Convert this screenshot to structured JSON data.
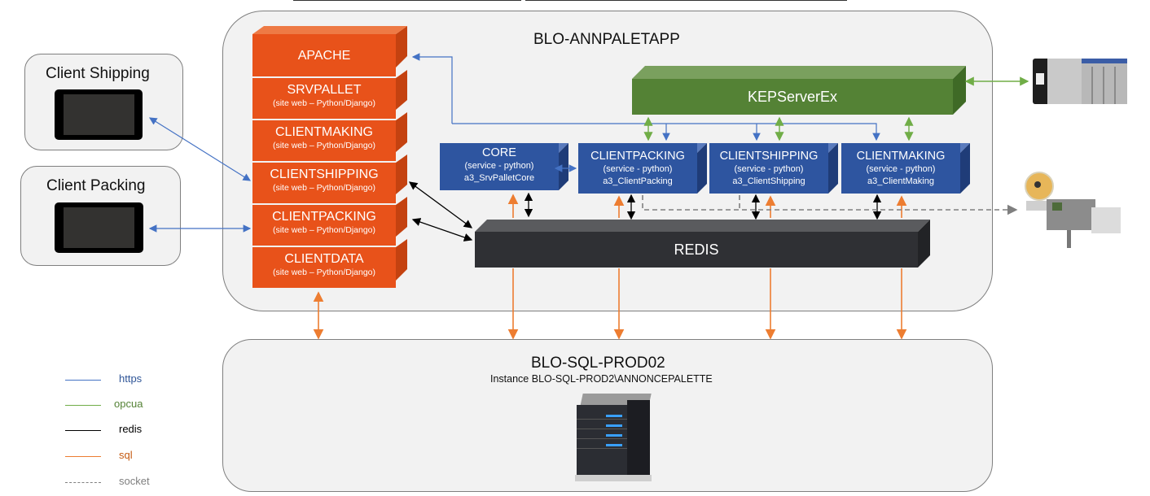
{
  "app_server": {
    "title": "BLO-ANNPALETAPP",
    "web_stack": [
      {
        "name": "APACHE",
        "sub": ""
      },
      {
        "name": "SRVPALLET",
        "sub": "(site web – Python/Django)"
      },
      {
        "name": "CLIENTMAKING",
        "sub": "(site web – Python/Django)"
      },
      {
        "name": "CLIENTSHIPPING",
        "sub": "(site web – Python/Django)"
      },
      {
        "name": "CLIENTPACKING",
        "sub": "(site web – Python/Django)"
      },
      {
        "name": "CLIENTDATA",
        "sub": "(site web – Python/Django)"
      }
    ],
    "services": [
      {
        "name": "CORE",
        "sub": "(service - python)",
        "id": "a3_SrvPalletCore"
      },
      {
        "name": "CLIENTPACKING",
        "sub": "(service - python)",
        "id": "a3_ClientPacking"
      },
      {
        "name": "CLIENTSHIPPING",
        "sub": "(service - python)",
        "id": "a3_ClientShipping"
      },
      {
        "name": "CLIENTMAKING",
        "sub": "(service - python)",
        "id": "a3_ClientMaking"
      }
    ],
    "kepserver": "KEPServerEx",
    "redis": "REDIS"
  },
  "clients": [
    {
      "title": "Client Shipping",
      "icon": "tablet-icon"
    },
    {
      "title": "Client Packing",
      "icon": "tablet-icon"
    }
  ],
  "devices": [
    {
      "name": "plc",
      "icon": "plc-controller-icon"
    },
    {
      "name": "labeler",
      "icon": "label-printer-icon"
    }
  ],
  "sql_server": {
    "title": "BLO-SQL-PROD02",
    "instance": "Instance BLO-SQL-PROD2\\ANNONCEPALETTE",
    "icon": "database-server-icon"
  },
  "legend": [
    {
      "label": "https",
      "color": "#4472c4",
      "style": "solid"
    },
    {
      "label": "opcua",
      "color": "#70ad47",
      "style": "solid"
    },
    {
      "label": "redis",
      "color": "#000000",
      "style": "solid"
    },
    {
      "label": "sql",
      "color": "#ed7d31",
      "style": "solid"
    },
    {
      "label": "socket",
      "color": "#7f7f7f",
      "style": "dashed"
    }
  ],
  "colors": {
    "web": "#e8521a",
    "service": "#2e55a0",
    "kepserver": "#548235",
    "redis": "#2f3034",
    "region_bg": "#f2f2f2"
  }
}
